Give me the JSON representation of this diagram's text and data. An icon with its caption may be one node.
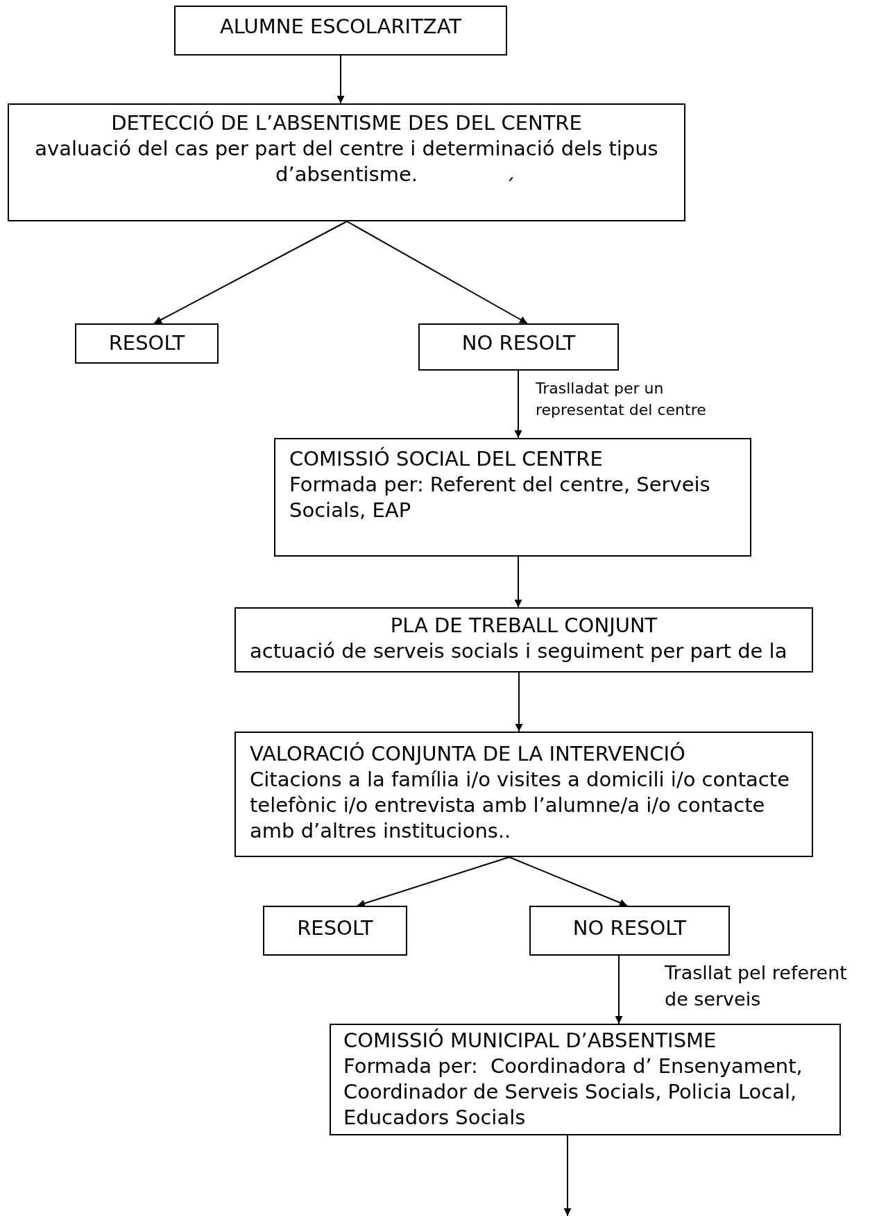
{
  "diagram": {
    "nodes": [
      {
        "text": [
          "ALUMNE ESCOLARITZAT"
        ]
      },
      {
        "text": [
          "DETECCIÓ DE L’ABSENTISME DES DEL CENTRE",
          "avaluació del cas per part del centre i determinació dels tipus d’absentisme.",
          "´"
        ]
      },
      {
        "text": [
          "RESOLT"
        ]
      },
      {
        "text": [
          "NO RESOLT"
        ]
      },
      {
        "text": [
          "COMISSIÓ SOCIAL DEL CENTRE",
          "Formada per: Referent del centre, Serveis Socials, EAP"
        ]
      },
      {
        "text": [
          "PLA DE TREBALL CONJUNT",
          "actuació de serveis socials i seguiment per part de la"
        ]
      },
      {
        "text": [
          "VALORACIÓ CONJUNTA DE LA INTERVENCIÓ",
          "Citacions a la família i/o visites a domicili i/o contacte telefònic i/o entrevista amb l’alumne/a i/o contacte amb d’altres institucions.."
        ]
      },
      {
        "text": [
          "RESOLT"
        ]
      },
      {
        "text": [
          "NO RESOLT"
        ]
      },
      {
        "text": [
          "COMISSIÓ MUNICIPAL D’ABSENTISME",
          "Formada per:  Coordinadora d’ Ensenyament, Coordinador de Serveis Socials, Policia Local, Educadors Socials"
        ]
      }
    ],
    "edges": [
      {
        "from": 0,
        "to": 1,
        "arrow": "to"
      },
      {
        "from": 1,
        "to": 2,
        "arrow": "to"
      },
      {
        "from": 1,
        "to": 3,
        "arrow": "to"
      },
      {
        "from": 3,
        "to": 4,
        "arrow": "to",
        "label": "Traslladat per un representat del centre"
      },
      {
        "from": 4,
        "to": 5,
        "arrow": "to"
      },
      {
        "from": 5,
        "to": 6,
        "arrow": "to"
      },
      {
        "from": 6,
        "to": 7,
        "arrow": "to"
      },
      {
        "from": 6,
        "to": 8,
        "arrow": "to"
      },
      {
        "from": 8,
        "to": 9,
        "arrow": "to",
        "label": "Trasllat pel referent de serveis"
      },
      {
        "from": 9,
        "to": null,
        "arrow": "to"
      }
    ]
  }
}
